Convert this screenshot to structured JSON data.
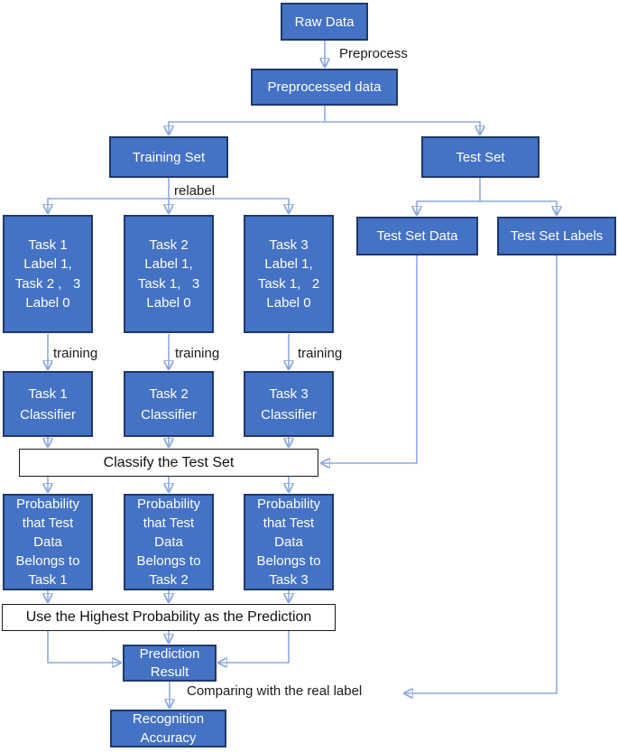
{
  "figure": {
    "title": "Multi-task one-vs-rest classification flowchart",
    "colors": {
      "node_fill": "#4472C4",
      "node_border": "#20386b",
      "node_text": "#ffffff",
      "process_fill": "#ffffff",
      "process_border": "#1a1a1a",
      "connector_line": "#8FAADC",
      "arrowhead": "#4472C4",
      "label_text": "#1a1a1a",
      "background": "#ffffff"
    }
  },
  "nodes": {
    "raw_data": {
      "label": "Raw Data"
    },
    "preprocessed_data": {
      "label": "Preprocessed data"
    },
    "training_set": {
      "label": "Training Set"
    },
    "test_set": {
      "label": "Test Set"
    },
    "task1": {
      "lines": [
        "Task 1",
        "Label 1,",
        "Task 2 ,   3",
        "Label 0"
      ]
    },
    "task2": {
      "lines": [
        "Task 2",
        "Label 1,",
        "Task 1,   3",
        "Label 0"
      ]
    },
    "task3": {
      "lines": [
        "Task 3",
        "Label 1,",
        "Task 1,   2",
        "Label 0"
      ]
    },
    "test_set_data": {
      "label": "Test Set Data"
    },
    "test_set_labels": {
      "label": "Test Set Labels"
    },
    "classifier1": {
      "lines": [
        "Task 1",
        "Classifier"
      ]
    },
    "classifier2": {
      "lines": [
        "Task 2",
        "Classifier"
      ]
    },
    "classifier3": {
      "lines": [
        "Task 3",
        "Classifier"
      ]
    },
    "classify_test_set": {
      "label": "Classify the Test Set"
    },
    "prob1": {
      "lines": [
        "Probability",
        "that Test",
        "Data",
        "Belongs to",
        "Task 1"
      ]
    },
    "prob2": {
      "lines": [
        "Probability",
        "that Test",
        "Data",
        "Belongs to",
        "Task 2"
      ]
    },
    "prob3": {
      "lines": [
        "Probability",
        "that Test",
        "Data",
        "Belongs to",
        "Task 3"
      ]
    },
    "use_highest": {
      "label": "Use the Highest Probability as the Prediction"
    },
    "prediction_result": {
      "lines": [
        "Prediction",
        "Result"
      ]
    },
    "recognition_accuracy": {
      "lines": [
        "Recognition",
        "Accuracy"
      ]
    }
  },
  "edge_labels": {
    "preprocess": "Preprocess",
    "relabel": "relabel",
    "training1": "training",
    "training2": "training",
    "training3": "training",
    "comparing": "Comparing with the real label"
  }
}
